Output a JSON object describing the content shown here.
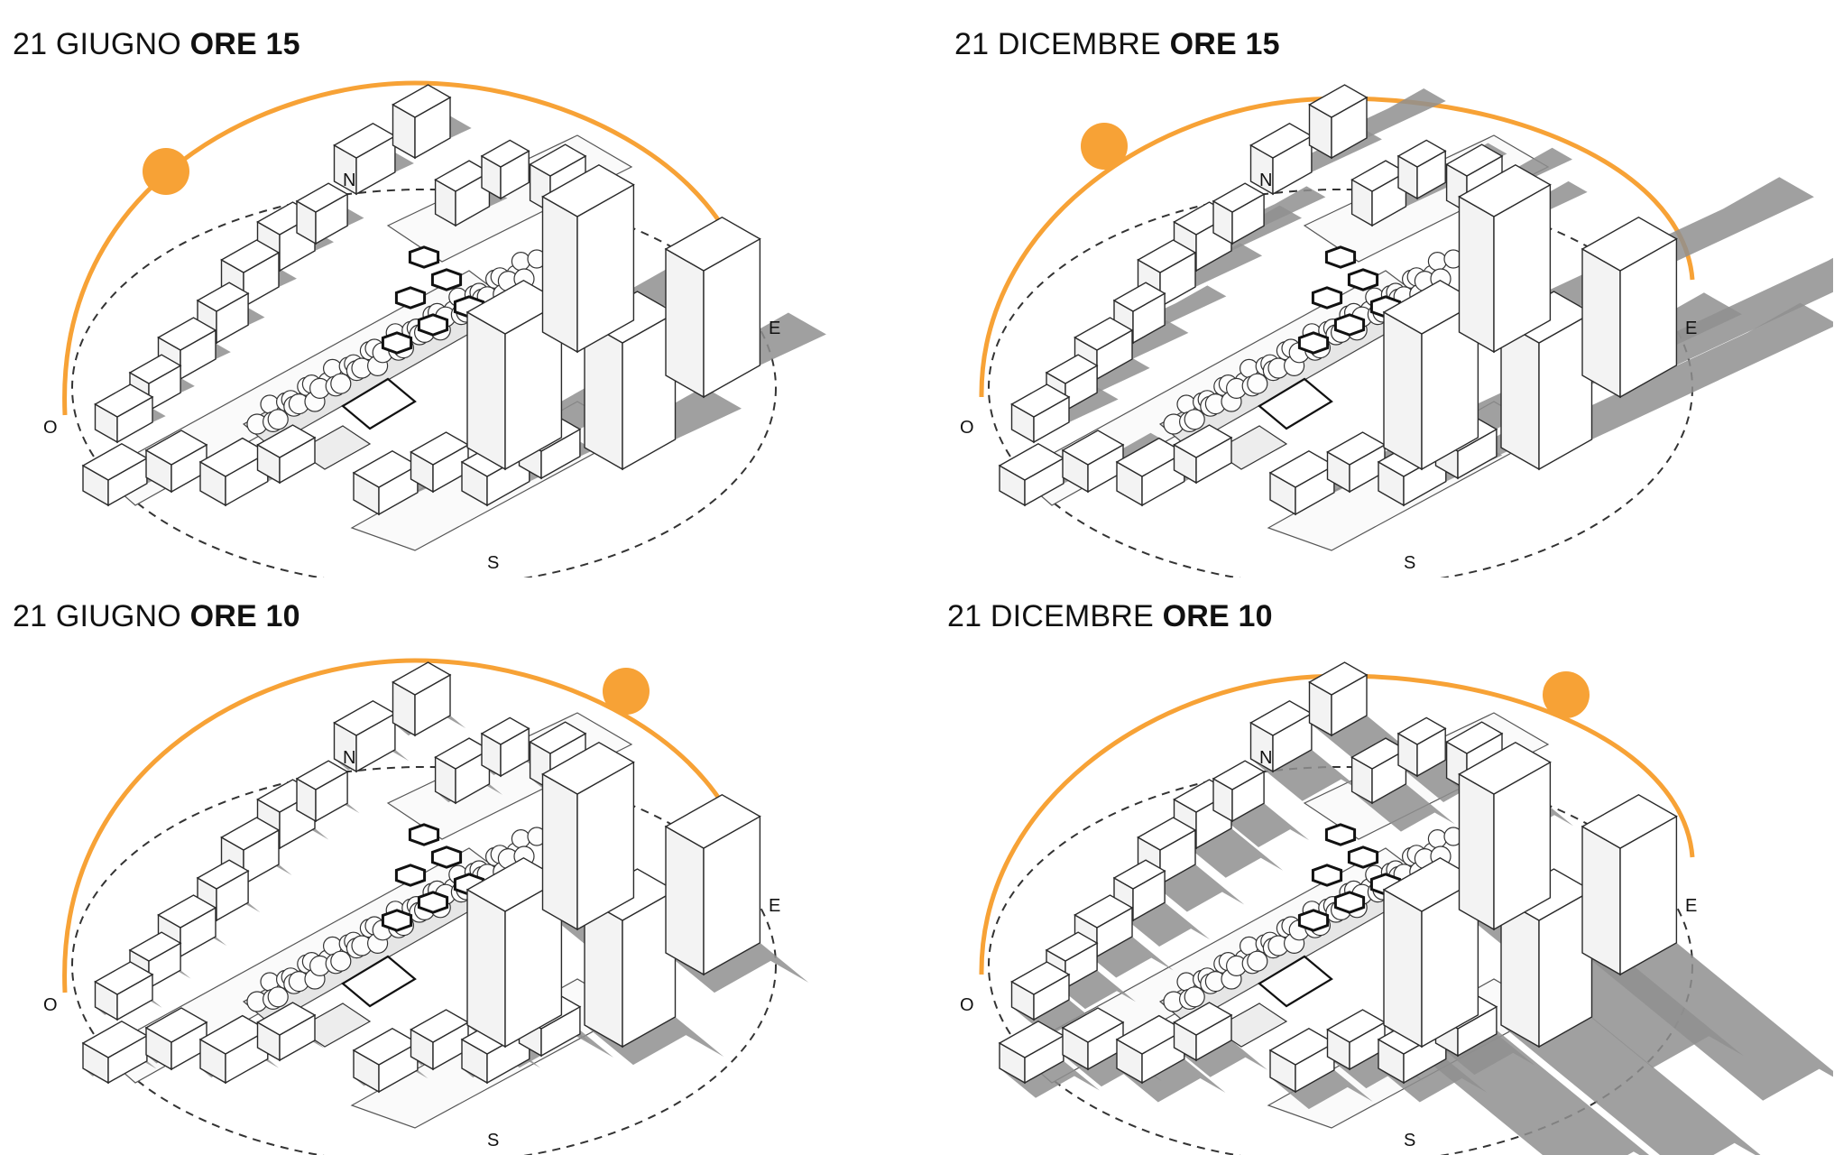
{
  "colors": {
    "sun": "#F7A236",
    "orbit": "#F7A236",
    "shadow": "#8f8f8f",
    "building_stroke": "#2a2a2a",
    "dashed_ring": "#333333"
  },
  "panels": [
    {
      "id": "june-15",
      "date_text": "21 GIUGNO",
      "time_text": "ORE 15",
      "compass": {
        "n": "N",
        "e": "E",
        "s": "S",
        "o": "O"
      },
      "sun_icon": "sun-icon",
      "shadow_level": "short"
    },
    {
      "id": "december-15",
      "date_text": "21 DICEMBRE",
      "time_text": "ORE 15",
      "compass": {
        "n": "N",
        "e": "E",
        "s": "S",
        "o": "O"
      },
      "sun_icon": "sun-icon",
      "shadow_level": "long"
    },
    {
      "id": "june-10",
      "date_text": "21 GIUGNO",
      "time_text": "ORE 10",
      "compass": {
        "n": "N",
        "e": "E",
        "s": "S",
        "o": "O"
      },
      "sun_icon": "sun-icon",
      "shadow_level": "short"
    },
    {
      "id": "december-10",
      "date_text": "21 DICEMBRE",
      "time_text": "ORE 10",
      "compass": {
        "n": "N",
        "e": "E",
        "s": "S",
        "o": "O"
      },
      "sun_icon": "sun-icon",
      "shadow_level": "long"
    }
  ]
}
